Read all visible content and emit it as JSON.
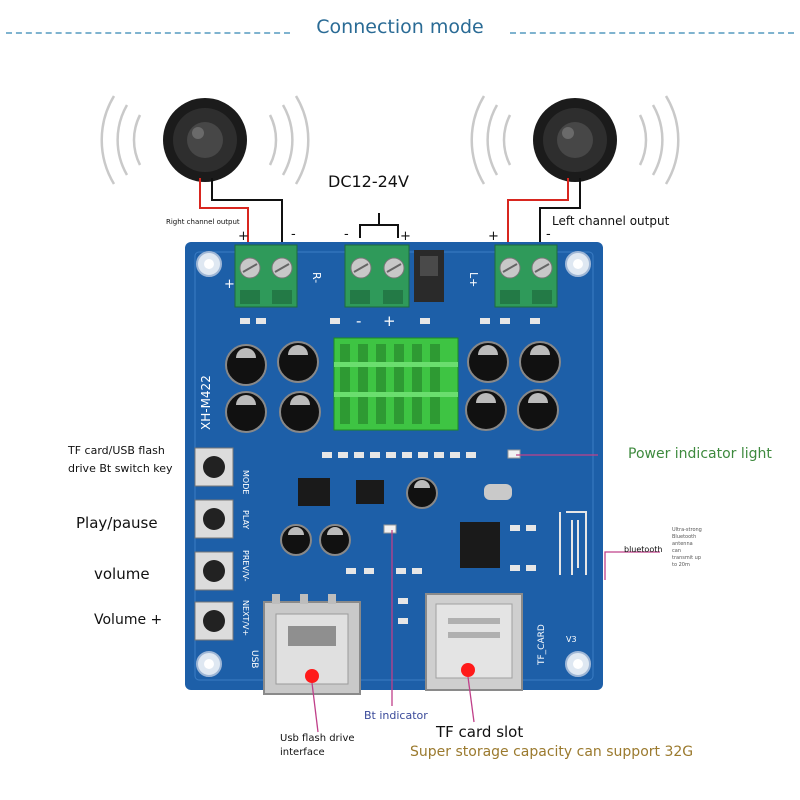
{
  "header": {
    "title": "Connection mode"
  },
  "power": {
    "label": "DC12-24V"
  },
  "channels": {
    "right_output": "Right channel output",
    "left_output": "Left channel output"
  },
  "board": {
    "model": "XH-M422",
    "version": "V3",
    "buttons": [
      "MODE",
      "PLAY",
      "PREV/V-",
      "NEXT/V+"
    ],
    "silk_usb": "USB",
    "silk_tf": "TF_CARD",
    "polarity": {
      "plus": "+",
      "minus": "-",
      "r_label": "R-",
      "l_label": "L+"
    }
  },
  "callouts": {
    "mode_key": [
      "TF card/USB flash",
      "drive Bt   switch key"
    ],
    "play_pause": "Play/pause",
    "volume_minus": "volume",
    "volume_plus": "Volume +",
    "power_indicator": "Power indicator light",
    "bluetooth": "bluetooth",
    "antenna_note": [
      "Ultra-strong",
      "Bluetooth",
      "antenna",
      "can",
      "transmit up",
      "to 20m"
    ],
    "bt_indicator": "Bt   indicator",
    "usb_interface": [
      "Usb flash drive",
      "interface"
    ],
    "tf_slot": "TF card slot",
    "tf_capacity": "Super storage capacity can support 32G"
  },
  "colors": {
    "pcb": "#1d5fa8",
    "header_accent": "#2a6b95",
    "power_indicator_text": "#3e8a3e",
    "capacity_text": "#9b7a2e",
    "callout_line": "#c0408a",
    "heatsink": "#3ec443",
    "terminal": "#2f9a5a"
  }
}
